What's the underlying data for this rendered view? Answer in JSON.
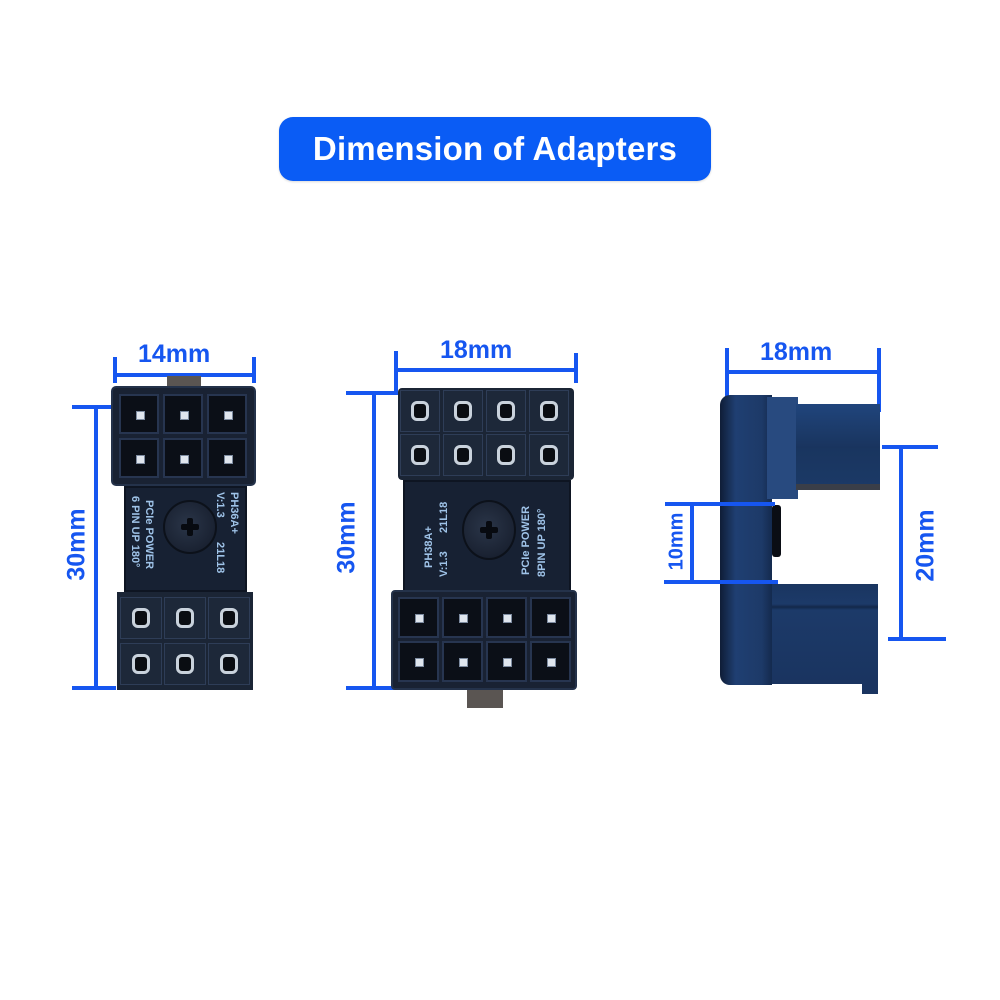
{
  "title": "Dimension of Adapters",
  "colors": {
    "title_bg": "#0a5cf5",
    "dimension_line": "#1656f0",
    "connector_body": "#1b2535"
  },
  "adapters": [
    {
      "name": "6-pin adapter (front view)",
      "width_label": "14mm",
      "height_label": "30mm",
      "pcb_text": {
        "model": "PH36A+",
        "version": "V:1.3",
        "date_code": "21L18",
        "line1": "PCIe POWER",
        "line2": "6 PIN UP 180°"
      },
      "top_pins": 6,
      "bottom_pins": 6
    },
    {
      "name": "8-pin adapter (front view)",
      "width_label": "18mm",
      "height_label": "30mm",
      "pcb_text": {
        "model": "PH38A+",
        "version": "V:1.3",
        "date_code": "21L18",
        "line1": "PCIe POWER",
        "line2": "8PIN UP 180°"
      },
      "top_pins": 8,
      "bottom_pins": 8
    },
    {
      "name": "adapter (side view)",
      "width_label": "18mm",
      "gap_label": "10mm",
      "span_label": "20mm"
    }
  ]
}
